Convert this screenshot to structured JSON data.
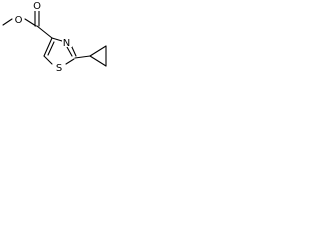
{
  "molecule": {
    "atoms": {
      "o_methoxy": "O",
      "o_carbonyl": "O",
      "n_ring": "N",
      "s_ring": "S"
    }
  }
}
